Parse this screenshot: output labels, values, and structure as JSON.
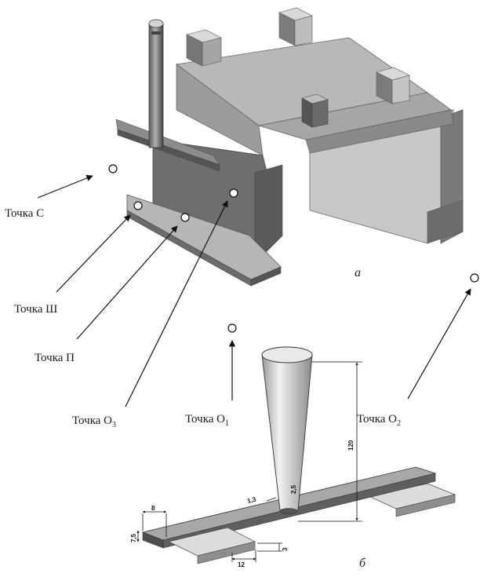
{
  "labels": {
    "point_c": "Точка С",
    "point_sh": "Точка Ш",
    "point_p": "Точка П",
    "point_o3_main": "Точка О",
    "point_o3_sub": "3",
    "point_o1_main": "Точка О",
    "point_o1_sub": "1",
    "point_o2_main": "Точка О",
    "point_o2_sub": "2"
  },
  "subfigures": {
    "a": "а",
    "b": "б"
  },
  "dimensions": {
    "height": "120",
    "side_8": "8",
    "side_7_5": "7,5",
    "bottom_12": "12",
    "bottom_3": "3",
    "tip_1": "1,3",
    "tip_2": "2,5"
  }
}
